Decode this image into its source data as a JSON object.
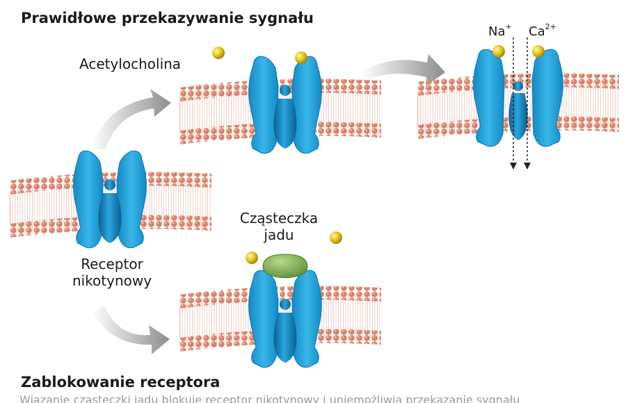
{
  "titles": {
    "normal": "Prawidłowe przekazywanie sygnału",
    "blocked": "Zablokowanie receptora"
  },
  "labels": {
    "acetylcholine": "Acetylocholina",
    "receptor_line1": "Receptor",
    "receptor_line2": "nikotynowy",
    "venom_line1": "Cząsteczka",
    "venom_line2": "jadu"
  },
  "ions": {
    "sodium": {
      "symbol": "Na",
      "charge": "+"
    },
    "calcium": {
      "symbol": "Ca",
      "charge": "2+"
    }
  },
  "caption": "Wiązanie cząsteczki jadu blokuje receptor nikotynowy i uniemożliwia przekazanie sygnału",
  "colors": {
    "receptor": "#21a3d9",
    "receptor_dark": "#0f6fa6",
    "membrane_head": "#d9826a",
    "membrane_tail": "#f3d9d0",
    "ligand": "#e3c21a",
    "venom": "#7fae55",
    "arrow": "#9c9c9c"
  }
}
